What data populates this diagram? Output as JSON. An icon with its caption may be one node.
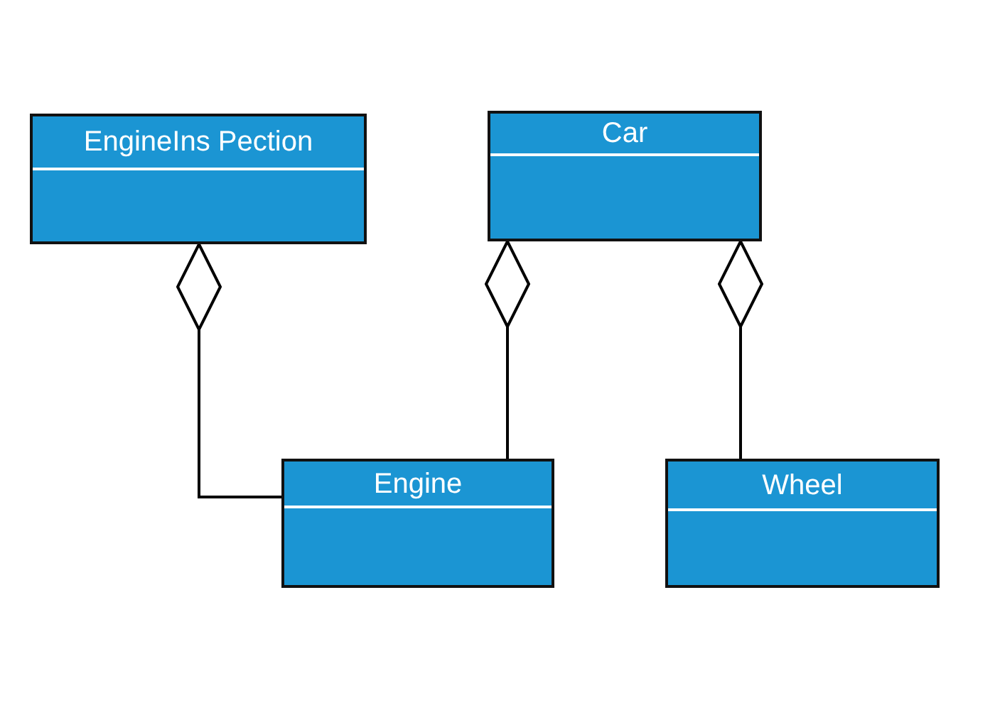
{
  "diagram": {
    "nodes": [
      {
        "text": [
          "EngineIns Pection"
        ]
      },
      {
        "text": [
          "Car"
        ]
      },
      {
        "text": [
          "Engine"
        ]
      },
      {
        "text": [
          "Wheel"
        ]
      }
    ],
    "edges": [
      {
        "from": 2,
        "to": 0,
        "arrow": "other"
      },
      {
        "from": 2,
        "to": 1,
        "arrow": "other"
      },
      {
        "from": 3,
        "to": 1,
        "arrow": "other"
      }
    ]
  }
}
